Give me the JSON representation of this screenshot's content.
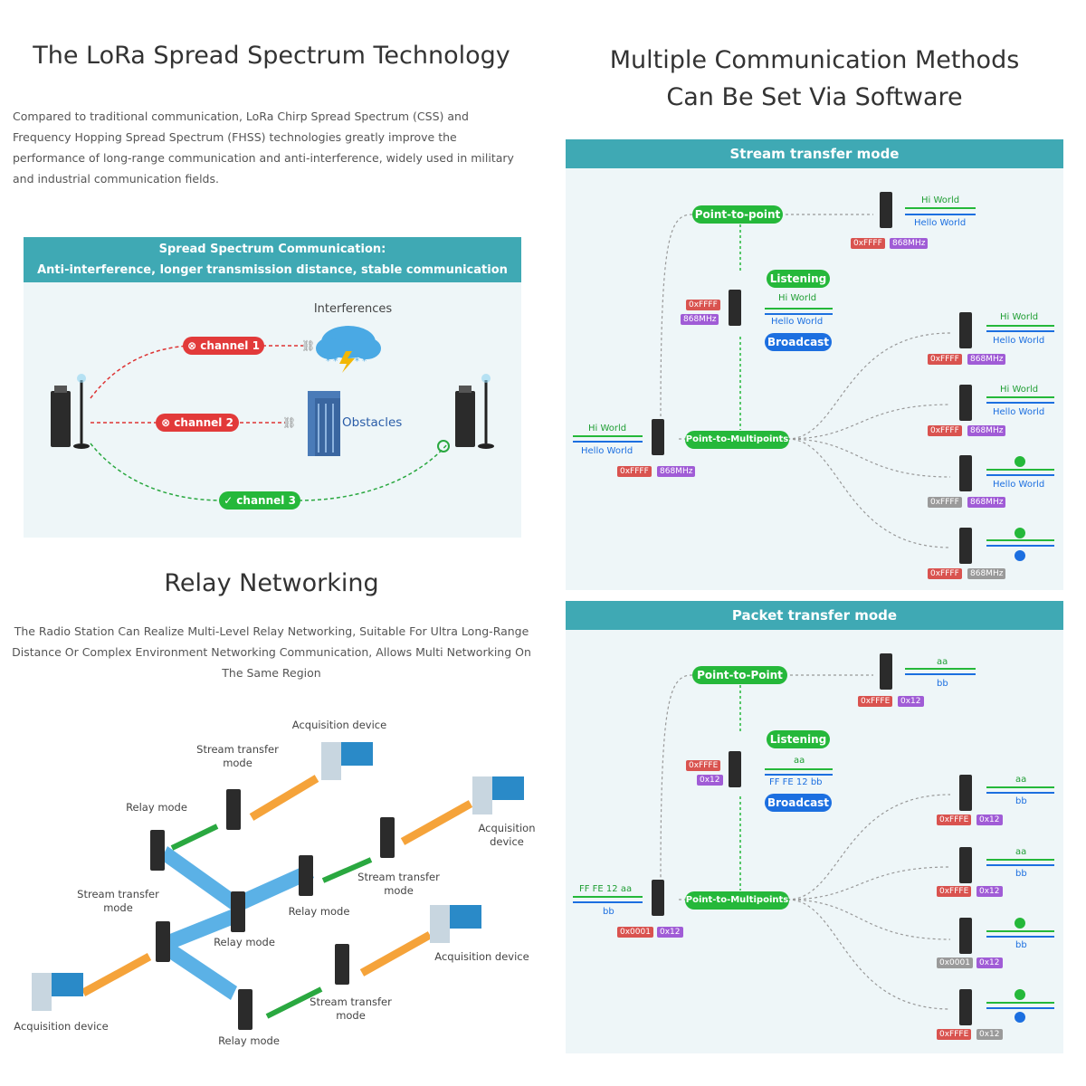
{
  "lora": {
    "title": "The LoRa Spread Spectrum Technology",
    "paragraph": "Compared to traditional communication, LoRa Chirp Spread Spectrum (CSS) and Frequency Hopping Spread Spectrum (FHSS) technologies greatly improve the performance of long-range communication and anti-interference, widely used in military and industrial communication fields.",
    "banner_line1": "Spread Spectrum Communication:",
    "banner_line2": "Anti-interference, longer transmission distance, stable communication",
    "interferences": "Interferences",
    "obstacles": "Obstacles",
    "channel1": "channel 1",
    "channel2": "channel 2",
    "channel3": "channel 3"
  },
  "relay": {
    "title": "Relay Networking",
    "paragraph": "The Radio Station Can Realize Multi-Level Relay Networking, Suitable For Ultra Long-Range Distance Or Complex Environment Networking Communication, Allows Multi Networking On The Same Region",
    "labels": {
      "acq_top": "Acquisition device",
      "stream_top": "Stream transfer mode",
      "relay_left": "Relay mode",
      "acq_right": "Acquisition device",
      "stream_mid": "Stream transfer mode",
      "stream_left": "Stream transfer mode",
      "relay_center": "Relay mode",
      "relay_mid": "Relay mode",
      "acq_bottom_right": "Acquisition device",
      "acq_bottom_left": "Acquisition device",
      "stream_bottom": "Stream transfer mode",
      "relay_bottom": "Relay mode"
    }
  },
  "methods": {
    "title_line1": "Multiple Communication Methods",
    "title_line2": "Can Be Set Via Software",
    "stream": {
      "header": "Stream transfer mode",
      "p2p": "Point-to-point",
      "listening": "Listening",
      "broadcast": "Broadcast",
      "p2mp": "Point-to-Multipoints",
      "hi": "Hi World",
      "hello": "Hello World",
      "addr": "0xFFFF",
      "freq": "868MHz"
    },
    "packet": {
      "header": "Packet transfer mode",
      "p2p": "Point-to-Point",
      "listening": "Listening",
      "broadcast": "Broadcast",
      "p2mp": "Point-to-Multipoints",
      "aa": "aa",
      "bb": "bb",
      "ff": "FF FE 12 bb",
      "ffaa": "FF FE 12 aa",
      "addr": "0xFFFE",
      "addr0": "0x0001",
      "ch": "0x12"
    }
  },
  "colors": {
    "teal": "#3fa9b4",
    "green": "#25b83a",
    "blue": "#1c6fe0",
    "red": "#e23a3a",
    "orange": "#f5a33a",
    "link_blue": "#4aa9e4"
  }
}
